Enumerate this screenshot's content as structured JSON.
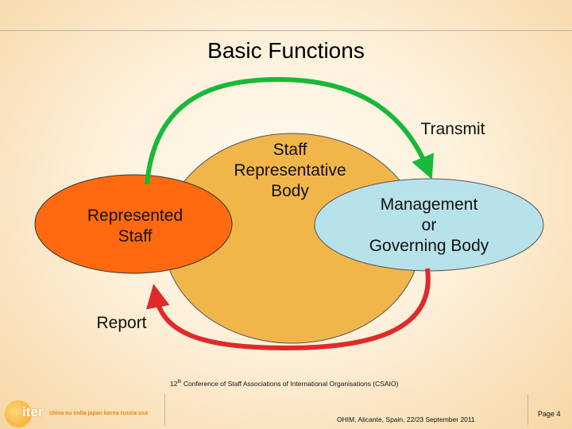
{
  "title": "Basic Functions",
  "labels": {
    "transmit": "Transmit",
    "staff_body_line1": "Staff",
    "staff_body_line2": "Representative",
    "staff_body_line3": "Body",
    "represented_line1": "Represented",
    "represented_line2": "Staff",
    "management_line1": "Management",
    "management_line2": "or",
    "management_line3": "Governing Body",
    "report": "Report"
  },
  "footer": {
    "logo_word": "iter",
    "logo_tagline": "china eu india japan korea russia usa",
    "conference_prefix": "12",
    "conference_sup": "th",
    "conference_rest": " Conference of Staff Associations of International Organisations (CSAIO)",
    "location": "OHIM, Alicante, Spain, 22/23 September 2011",
    "page": "Page 4"
  },
  "colors": {
    "staff_body": "#f1b64a",
    "represented_staff": "#ff6a10",
    "management": "#b8e2ea",
    "transmit_arrow": "#19b83a",
    "report_arrow": "#e02a2a"
  }
}
